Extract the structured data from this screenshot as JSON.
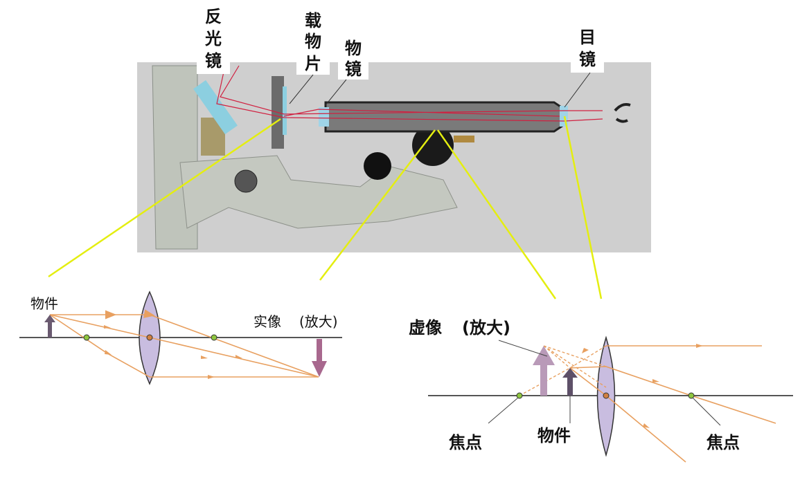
{
  "microscope": {
    "labels": {
      "mirror": [
        "反",
        "光",
        "镜"
      ],
      "slide": [
        "载",
        "物",
        "片"
      ],
      "objective": [
        "物",
        "镜"
      ],
      "eyepiece": [
        "目",
        "镜"
      ]
    }
  },
  "real_image_diagram": {
    "object_label": "物件",
    "image_label": "实像",
    "image_note": "(放大)"
  },
  "virtual_image_diagram": {
    "image_label": "虚像",
    "image_note": "(放大)",
    "focus_left": "焦点",
    "object_label": "物件",
    "focus_right": "焦点"
  },
  "colors": {
    "ray": "#e8a060",
    "lens": "#c9bde0",
    "leader": "#e4ee10",
    "photo_bg": "#cfcfcf"
  }
}
